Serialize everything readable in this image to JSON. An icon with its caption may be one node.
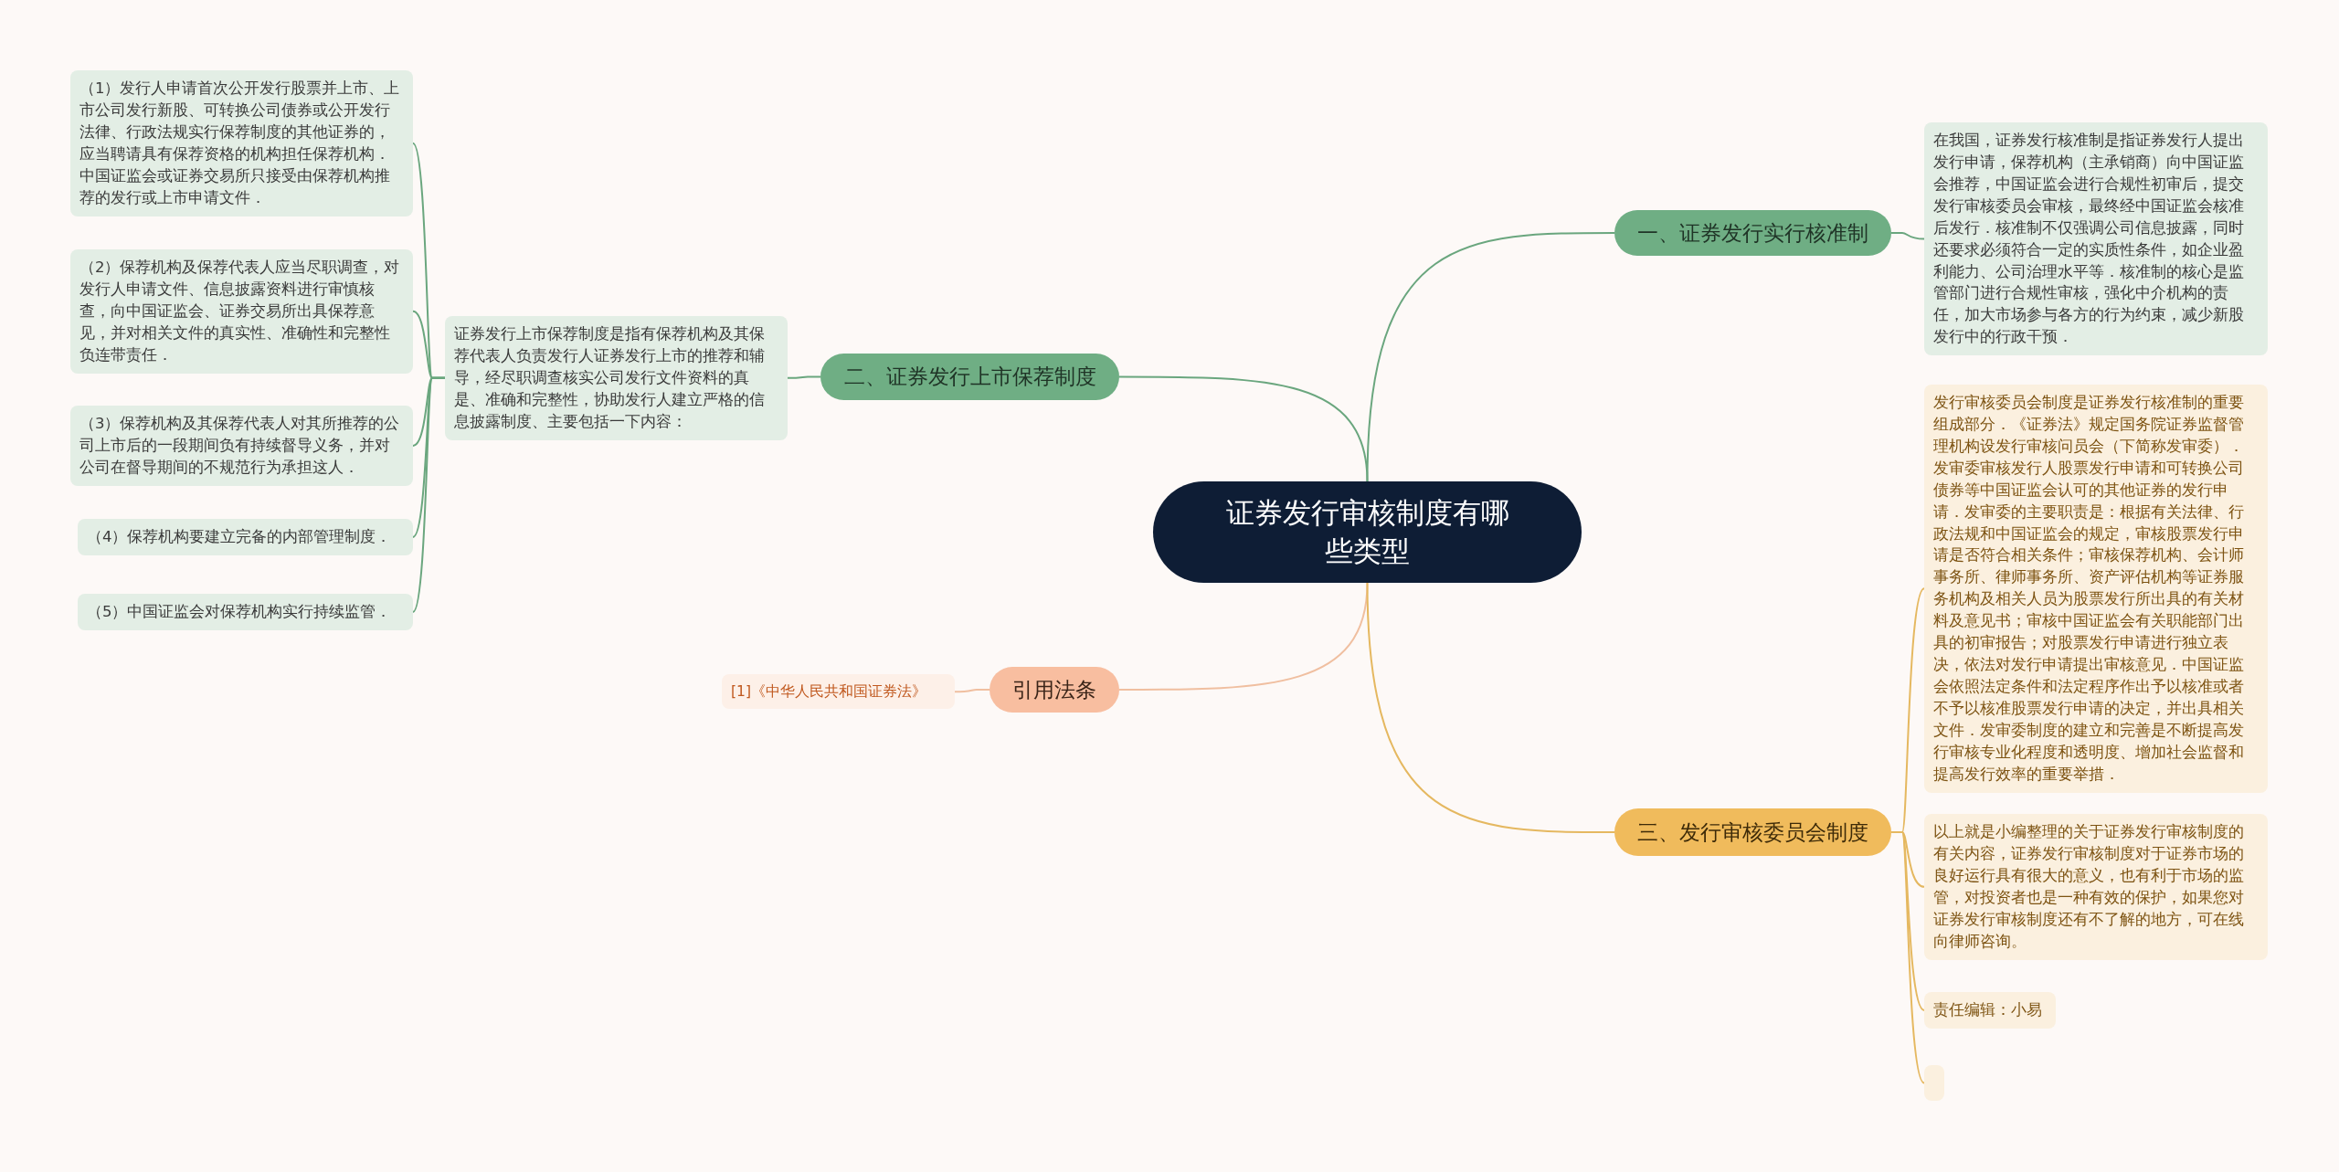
{
  "diagram": {
    "nodes": [
      {
        "text": [
          "证券发行审核制度有哪些类型"
        ]
      },
      {
        "text": [
          "一、证券发行实行核准制"
        ]
      },
      {
        "text": [
          "在我国，证券发行核准制是指证券发行人提出发行申请，保荐机构（主承销商）向中国证监会推荐，中国证监会进行合规性初审后，提交发行审核委员会审核，最终经中国证监会核准后发行．核准制不仅强调公司信息披露，同时还要求必须符合一定的实质性条件，如企业盈利能力、公司治理水平等．核准制的核心是监管部门进行合规性审核，强化中介机构的责任，加大市场参与各方的行为约束，减少新股发行中的行政干预．"
        ]
      },
      {
        "text": [
          "二、证券发行上市保荐制度"
        ]
      },
      {
        "text": [
          "证券发行上市保荐制度是指有保荐机构及其保荐代表人负责发行人证券发行上市的推荐和辅导，经尽职调查核实公司发行文件资料的真是、准确和完整性，协助发行人建立严格的信息披露制度、主要包括一下内容："
        ]
      },
      {
        "text": [
          "（1）发行人申请首次公开发行股票并上市、上市公司发行新股、可转换公司债券或公开发行法律、行政法规实行保荐制度的其他证券的，应当聘请具有保荐资格的机构担任保荐机构．中国证监会或证券交易所只接受由保荐机构推荐的发行或上市申请文件．"
        ]
      },
      {
        "text": [
          "（2）保荐机构及保荐代表人应当尽职调查，对发行人申请文件、信息披露资料进行审慎核查，向中国证监会、证券交易所出具保荐意见，并对相关文件的真实性、准确性和完整性负连带责任．"
        ]
      },
      {
        "text": [
          "（3）保荐机构及其保荐代表人对其所推荐的公司上市后的一段期间负有持续督导义务，并对公司在督导期间的不规范行为承担这人．"
        ]
      },
      {
        "text": [
          "（4）保荐机构要建立完备的内部管理制度．"
        ]
      },
      {
        "text": [
          "（5）中国证监会对保荐机构实行持续监管．"
        ]
      },
      {
        "text": [
          "引用法条"
        ]
      },
      {
        "text": [
          "[1]《中华人民共和国证券法》"
        ]
      },
      {
        "text": [
          "三、发行审核委员会制度"
        ]
      },
      {
        "text": [
          "发行审核委员会制度是证券发行核准制的重要组成部分．《证券法》规定国务院证券监督管理机构设发行审核问员会（下简称发审委）．发审委审核发行人股票发行申请和可转换公司债券等中国证监会认可的其他证券的发行申请．发审委的主要职责是：根据有关法律、行政法规和中国证监会的规定，审核股票发行申请是否符合相关条件；审核保荐机构、会计师事务所、律师事务所、资产评估机构等证券服务机构及相关人员为股票发行所出具的有关材料及意见书；审核中国证监会有关职能部门出具的初审报告；对股票发行申请进行独立表决，依法对发行申请提出审核意见．中国证监会依照法定条件和法定程序作出予以核准或者不予以核准股票发行申请的决定，并出具相关文件．发审委制度的建立和完善是不断提高发行审核专业化程度和透明度、增加社会监督和提高发行效率的重要举措．"
        ]
      },
      {
        "text": [
          "以上就是小编整理的关于证券发行审核制度的有关内容，证券发行审核制度对于证券市场的良好运行具有很大的意义，也有利于市场的监管，对投资者也是一种有效的保护，如果您对证券发行审核制度还有不了解的地方，可在线向律师咨询。"
        ]
      },
      {
        "text": [
          "责任编辑：小易"
        ]
      },
      {
        "text": [],
        "shape": "box"
      }
    ],
    "edges": [
      {
        "from": 0,
        "to": 1,
        "arrow": "none"
      },
      {
        "from": 1,
        "to": 2,
        "arrow": "none"
      },
      {
        "from": 0,
        "to": 3,
        "arrow": "none"
      },
      {
        "from": 3,
        "to": 4,
        "arrow": "none"
      },
      {
        "from": 4,
        "to": 5,
        "arrow": "none"
      },
      {
        "from": 4,
        "to": 6,
        "arrow": "none"
      },
      {
        "from": 4,
        "to": 7,
        "arrow": "none"
      },
      {
        "from": 4,
        "to": 8,
        "arrow": "none"
      },
      {
        "from": 4,
        "to": 9,
        "arrow": "none"
      },
      {
        "from": 0,
        "to": 10,
        "arrow": "none",
        "color": "#f0bfa0"
      },
      {
        "from": 10,
        "to": 11,
        "arrow": "none",
        "color": "#f0bfa0"
      },
      {
        "from": 0,
        "to": 12,
        "arrow": "none",
        "color": "#e5b860"
      },
      {
        "from": 12,
        "to": 13,
        "arrow": "none",
        "color": "#e5b860"
      },
      {
        "from": 12,
        "to": 14,
        "arrow": "none",
        "color": "#e5b860"
      },
      {
        "from": 12,
        "to": 15,
        "arrow": "none",
        "color": "#e5b860"
      },
      {
        "from": 12,
        "to": 16,
        "arrow": "none",
        "color": "#e5b860"
      }
    ]
  }
}
